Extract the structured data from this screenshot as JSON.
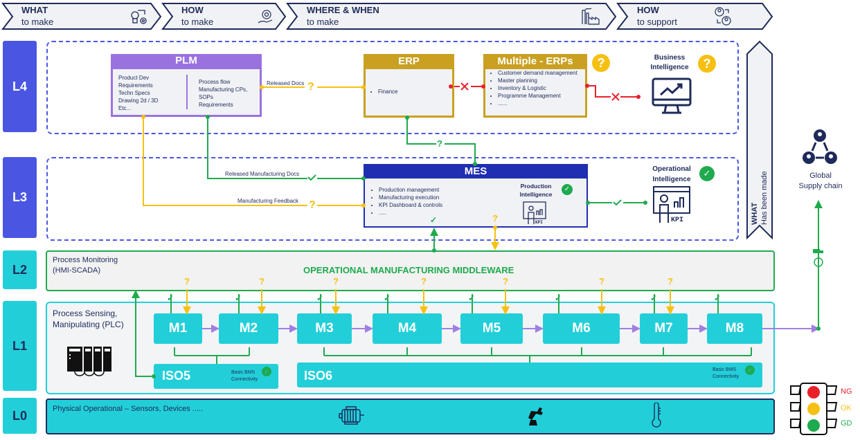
{
  "header": {
    "chevrons": [
      {
        "title": "WHAT",
        "subtitle": "to make",
        "icon": "lightbulb-gear-icon"
      },
      {
        "title": "HOW",
        "subtitle": "to make",
        "icon": "hand-gear-icon"
      },
      {
        "title": "WHERE & WHEN",
        "subtitle": "to make",
        "icon": "factory-icon"
      },
      {
        "title": "HOW",
        "subtitle": "to support",
        "icon": "people-exchange-icon"
      }
    ]
  },
  "levels": [
    "L4",
    "L3",
    "L2",
    "L1",
    "L0"
  ],
  "l4": {
    "plm": {
      "title": "PLM",
      "left_items": [
        "Product Dev",
        "Requirements",
        "Techn Specs",
        "Drawing 2d / 3D",
        "Etc..."
      ],
      "right_items": [
        "Process flow",
        "Manufacturing CPs,",
        "SOPs",
        "Requirements"
      ]
    },
    "released_docs_label": "Released Docs",
    "erp": {
      "title": "ERP",
      "items": [
        "Finance"
      ]
    },
    "multi_erp": {
      "title": "Multiple - ERPs",
      "items": [
        "Customer demand management",
        "Master planning",
        "Inventory & Logistic",
        "Programme Management",
        "......"
      ]
    },
    "business_intelligence": {
      "title_line1": "Business",
      "title_line2": "Intelligence",
      "status": "OK"
    }
  },
  "l3": {
    "released_mfg_docs_label": "Released Manufacturing Docs",
    "mfg_feedback_label": "Manufacturing Feedback",
    "mes": {
      "title": "MES",
      "items": [
        "Production management",
        "Manufacturing execution",
        "KPI Dashboard & controls",
        "....."
      ],
      "production_intelligence_line1": "Production",
      "production_intelligence_line2": "Intelligence",
      "kpi_label": "KPI"
    },
    "operational_intelligence": {
      "title_line1": "Operational",
      "title_line2": "Intelligence",
      "kpi_label": "KPI",
      "status": "GD"
    }
  },
  "what_made": {
    "title": "WHAT",
    "subtitle": "Has been made"
  },
  "global_supply": {
    "line1": "Global",
    "line2": "Supply chain"
  },
  "l2": {
    "label_line1": "Process Monitoring",
    "label_line2": "(HMI-SCADA)",
    "middleware": "OPERATIONAL MANUFACTURING MIDDLEWARE"
  },
  "l1": {
    "label_line1": "Process Sensing,",
    "label_line2": "Manipulating (PLC)",
    "machines": [
      "M1",
      "M2",
      "M3",
      "M4",
      "M5",
      "M6",
      "M7",
      "M8"
    ],
    "iso5": {
      "title": "ISO5",
      "note_line1": "Basic BMS",
      "note_line2": "Connectivity"
    },
    "iso6": {
      "title": "ISO6",
      "note_line1": "Basic BMS",
      "note_line2": "Connectivity"
    }
  },
  "l0": {
    "label": "Physical Operational – Sensors, Devices .....",
    "icons": [
      "motor-icon",
      "robot-arm-icon",
      "thermometer-icon"
    ]
  },
  "legend": [
    {
      "code": "NG",
      "color": "#e8202a",
      "symbol": "×"
    },
    {
      "code": "OK",
      "color": "#f6c012",
      "symbol": "?"
    },
    {
      "code": "GD",
      "color": "#1eaa4e",
      "symbol": "✓"
    }
  ],
  "symbols": {
    "question": "?",
    "check": "✓",
    "cross": "✕"
  },
  "colors": {
    "level_blue": "#4a56e2",
    "cyan": "#22cfd9",
    "green": "#1eaa4e",
    "yellow": "#f6c012",
    "red": "#e8202a",
    "purple": "#a07fe0",
    "plm": "#9a72e0",
    "erp": "#c9a020",
    "mes": "#1f2fb0",
    "navy": "#1e2a5a"
  }
}
